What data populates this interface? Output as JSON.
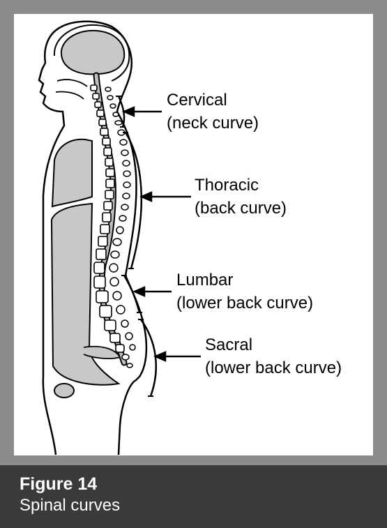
{
  "figure": {
    "number": "Figure 14",
    "title": "Spinal curves"
  },
  "labels": {
    "cervical": {
      "name": "Cervical",
      "desc": "(neck curve)"
    },
    "thoracic": {
      "name": "Thoracic",
      "desc": "(back curve)"
    },
    "lumbar": {
      "name": "Lumbar",
      "desc": "(lower back curve)"
    },
    "sacral": {
      "name": "Sacral",
      "desc": "(lower back curve)"
    }
  },
  "colors": {
    "frame": "#8c8c8c",
    "caption_bg": "#3a3a3a",
    "organ_fill": "#c8c8c8"
  }
}
